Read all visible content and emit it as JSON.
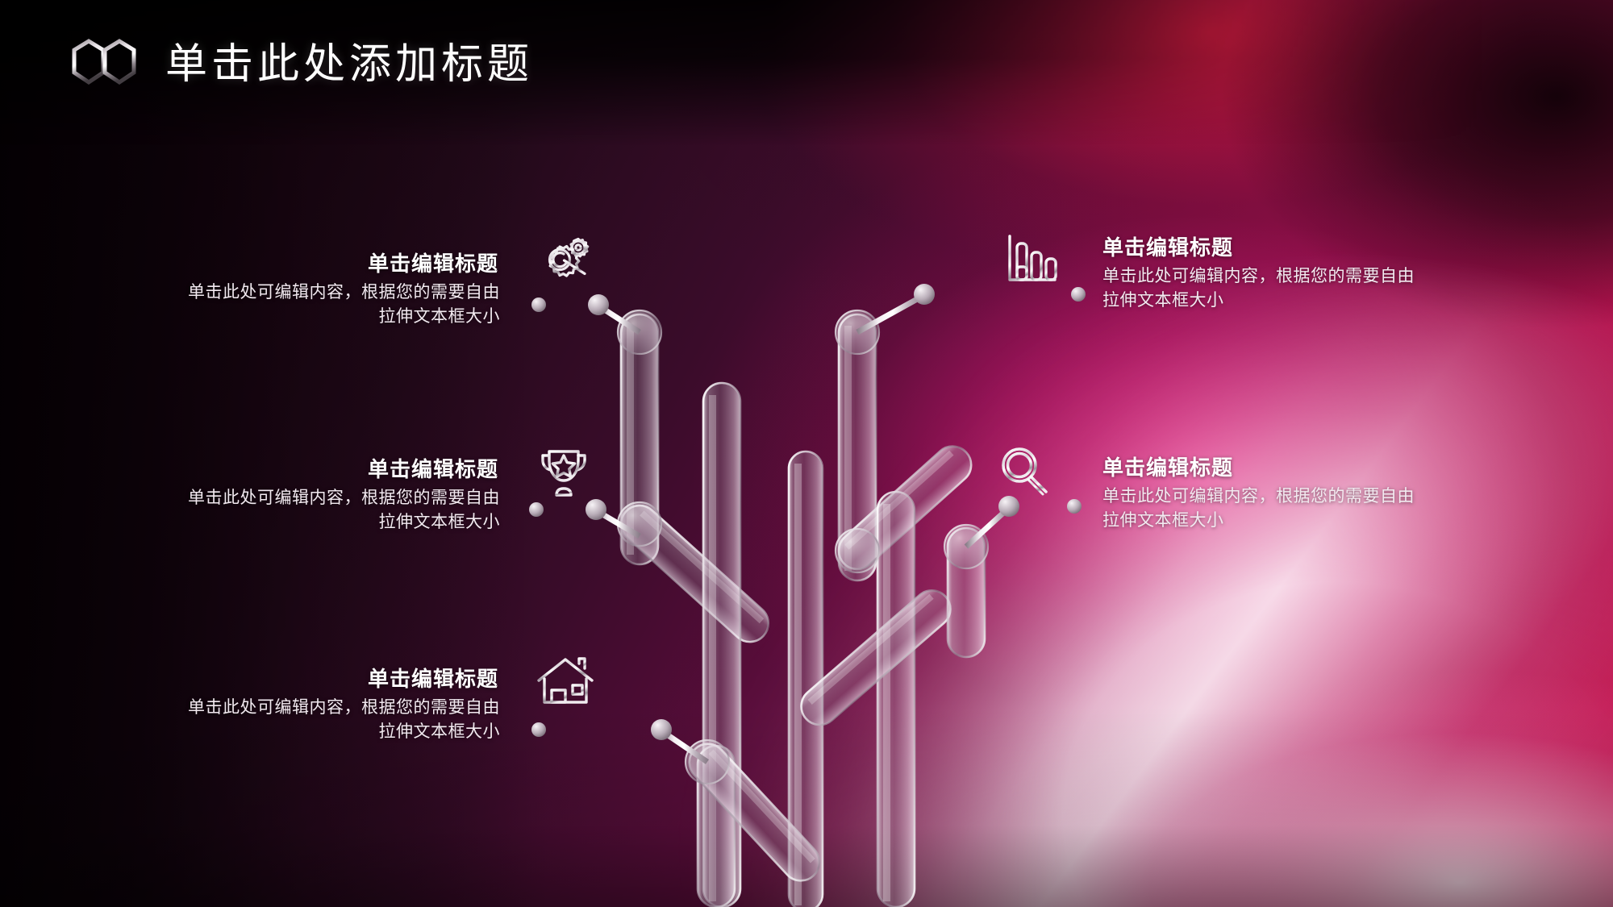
{
  "header": {
    "title": "单击此处添加标题",
    "logo_icon": "hexagon-pair-logo-icon"
  },
  "colors": {
    "background_dark": "#14040f",
    "background_crimson": "#b2123a",
    "background_magenta": "#d5157a",
    "beam_highlight": "#fff3fa",
    "text_primary": "#ffffff",
    "text_body": "#f2eaf0",
    "metal_light": "#ffffff",
    "metal_mid": "#b9aeb8",
    "metal_dark": "#6c5f6b"
  },
  "blocks": [
    {
      "id": "block-1",
      "side": "left",
      "icon": "gear-wrench-icon",
      "heading": "单击编辑标题",
      "body": "单击此处可编辑内容，根据您的需要自由拉伸文本框大小"
    },
    {
      "id": "block-2",
      "side": "left",
      "icon": "trophy-icon",
      "heading": "单击编辑标题",
      "body": "单击此处可编辑内容，根据您的需要自由拉伸文本框大小"
    },
    {
      "id": "block-3",
      "side": "left",
      "icon": "house-icon",
      "heading": "单击编辑标题",
      "body": "单击此处可编辑内容，根据您的需要自由拉伸文本框大小"
    },
    {
      "id": "block-4",
      "side": "right",
      "icon": "bar-chart-icon",
      "heading": "单击编辑标题",
      "body": "单击此处可编辑内容，根据您的需要自由拉伸文本框大小"
    },
    {
      "id": "block-5",
      "side": "right",
      "icon": "magnifier-icon",
      "heading": "单击编辑标题",
      "body": "单击此处可编辑内容，根据您的需要自由拉伸文本框大小"
    }
  ],
  "graphic": {
    "name": "glass-tube-tree-diagram",
    "description": "半透明玻璃管树状图",
    "branch_count": 5,
    "connector_count": 5
  }
}
